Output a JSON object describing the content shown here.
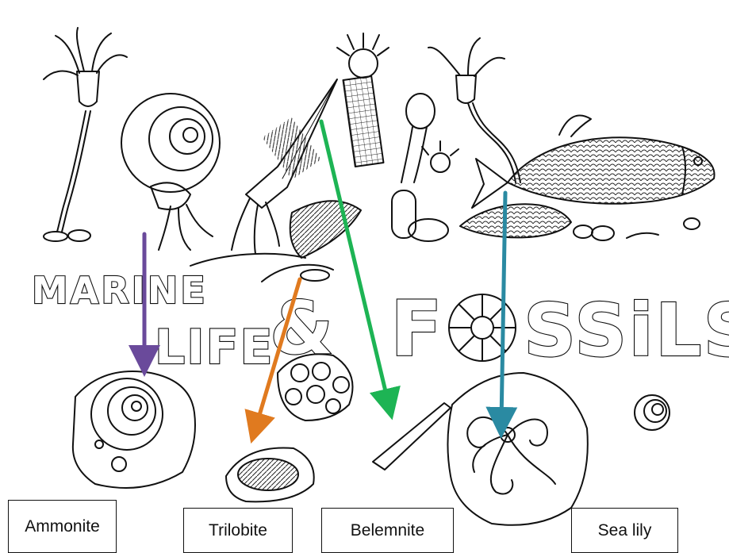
{
  "title": {
    "line1": "MARINE",
    "line2": "LIFE",
    "ampersand": "&",
    "line3_a": "F",
    "line3_b": "SSiLS"
  },
  "labels": [
    {
      "id": "ammonite",
      "text": "Ammonite",
      "arrow_color": "#6a4a9b"
    },
    {
      "id": "trilobite",
      "text": "Trilobite",
      "arrow_color": "#e07a1f"
    },
    {
      "id": "belemnite",
      "text": "Belemnite",
      "arrow_color": "#1db454"
    },
    {
      "id": "sea-lily",
      "text": "Sea lily",
      "arrow_color": "#2a8aa2"
    }
  ]
}
